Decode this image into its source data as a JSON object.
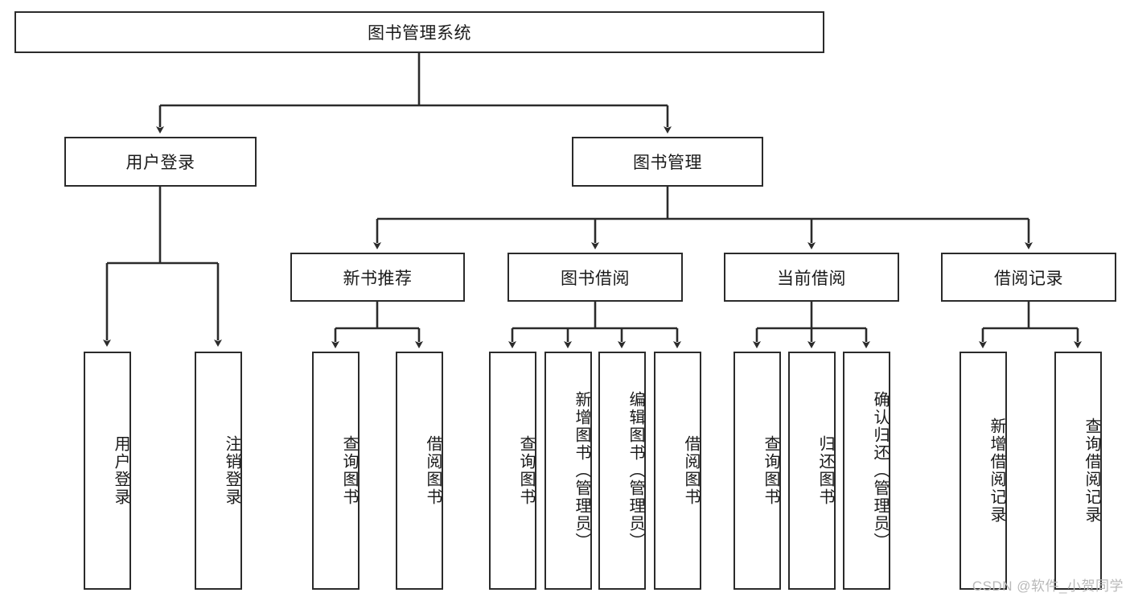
{
  "diagram": {
    "type": "hierarchy-tree",
    "title": "图书管理系统",
    "colors": {
      "box_border": "#2b2b2b",
      "box_fill": "#ffffff",
      "line": "#2b2b2b",
      "text": "#1a1a1a",
      "watermark": "#b9b9b9",
      "background": "#ffffff"
    },
    "root": {
      "label": "图书管理系统"
    },
    "level2": [
      {
        "id": "user-login",
        "label": "用户登录"
      },
      {
        "id": "book-management",
        "label": "图书管理"
      }
    ],
    "level3": [
      {
        "id": "new-book-recommend",
        "label": "新书推荐",
        "parent": "book-management"
      },
      {
        "id": "book-borrow",
        "label": "图书借阅",
        "parent": "book-management"
      },
      {
        "id": "current-borrow",
        "label": "当前借阅",
        "parent": "book-management"
      },
      {
        "id": "borrow-record",
        "label": "借阅记录",
        "parent": "book-management"
      }
    ],
    "leaves": [
      {
        "id": "leaf-user-login",
        "label": "用户登录",
        "parent": "user-login"
      },
      {
        "id": "leaf-logout-login",
        "label": "注销登录",
        "parent": "user-login"
      },
      {
        "id": "leaf-query-book-1",
        "label": "查询图书",
        "parent": "new-book-recommend"
      },
      {
        "id": "leaf-borrow-book-1",
        "label": "借阅图书",
        "parent": "new-book-recommend"
      },
      {
        "id": "leaf-query-book-2",
        "label": "查询图书",
        "parent": "book-borrow"
      },
      {
        "id": "leaf-add-book",
        "label": "新增图书（管理员）",
        "parent": "book-borrow"
      },
      {
        "id": "leaf-edit-book",
        "label": "编辑图书（管理员）",
        "parent": "book-borrow"
      },
      {
        "id": "leaf-borrow-book-2",
        "label": "借阅图书",
        "parent": "book-borrow"
      },
      {
        "id": "leaf-query-book-3",
        "label": "查询图书",
        "parent": "current-borrow"
      },
      {
        "id": "leaf-return-book",
        "label": "归还图书",
        "parent": "current-borrow"
      },
      {
        "id": "leaf-confirm-return",
        "label": "确认归还（管理员）",
        "parent": "current-borrow"
      },
      {
        "id": "leaf-add-record",
        "label": "新增借阅记录",
        "parent": "borrow-record"
      },
      {
        "id": "leaf-query-record",
        "label": "查询借阅记录",
        "parent": "borrow-record"
      }
    ],
    "watermark": "CSDN @软件_小贺同学"
  }
}
